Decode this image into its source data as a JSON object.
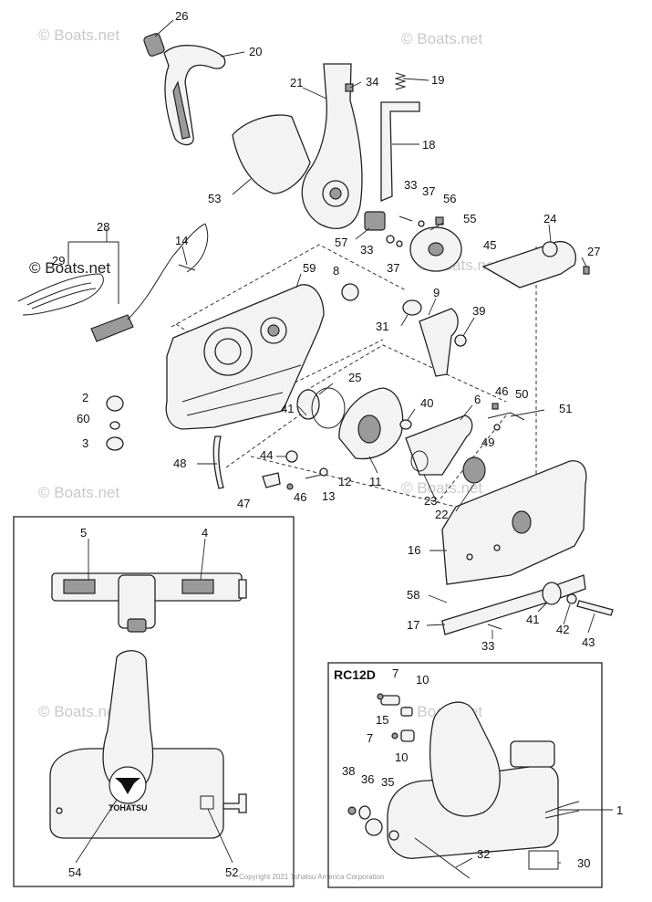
{
  "watermark": "© Boats.net",
  "watermark_dark": "© Boats.net",
  "inset_title": "RC12D",
  "copyright": "Copyright 2021 Tohatsu America Corporation",
  "logo_text": "TOHATSU",
  "callouts": {
    "p1": "1",
    "p2": "2",
    "p3": "3",
    "p4": "4",
    "p5": "5",
    "p6": "6",
    "p7a": "7",
    "p7b": "7",
    "p8": "8",
    "p9": "9",
    "p10a": "10",
    "p10b": "10",
    "p11": "11",
    "p12": "12",
    "p13": "13",
    "p14": "14",
    "p15": "15",
    "p16": "16",
    "p17": "17",
    "p18": "18",
    "p19": "19",
    "p20": "20",
    "p21": "21",
    "p22": "22",
    "p23": "23",
    "p24": "24",
    "p25": "25",
    "p26": "26",
    "p27": "27",
    "p28": "28",
    "p29": "29",
    "p30": "30",
    "p31": "31",
    "p32": "32",
    "p33a": "33",
    "p33b": "33",
    "p33c": "33",
    "p34": "34",
    "p35": "35",
    "p36": "36",
    "p37a": "37",
    "p37b": "37",
    "p38": "38",
    "p39": "39",
    "p40": "40",
    "p41a": "41",
    "p41b": "41",
    "p42": "42",
    "p43": "43",
    "p44": "44",
    "p45": "45",
    "p46a": "46",
    "p46b": "46",
    "p47": "47",
    "p48": "48",
    "p49": "49",
    "p50": "50",
    "p51": "51",
    "p52": "52",
    "p53": "53",
    "p54": "54",
    "p55": "55",
    "p56": "56",
    "p57": "57",
    "p58": "58",
    "p59": "59",
    "p60": "60"
  }
}
